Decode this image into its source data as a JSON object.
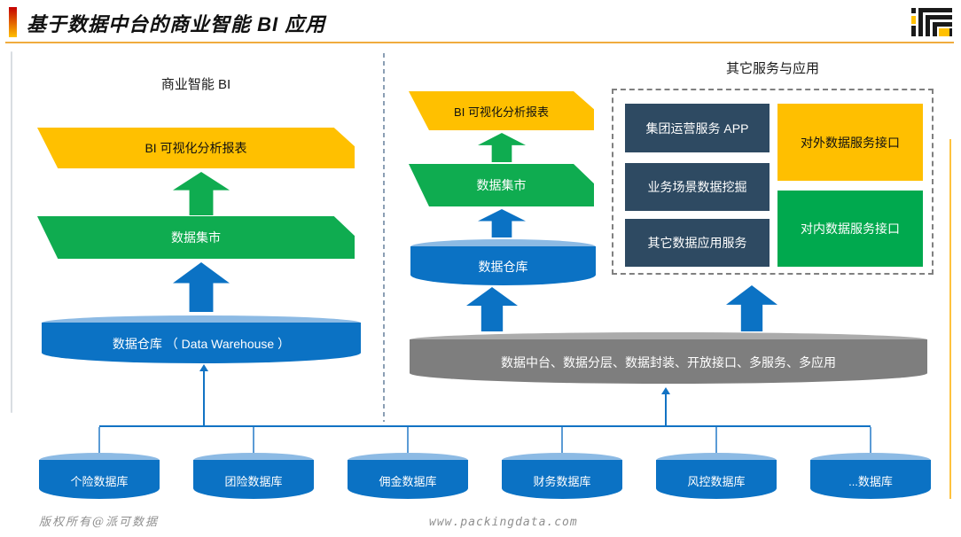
{
  "header": {
    "title": "基于数据中台的商业智能 BI 应用"
  },
  "sections": {
    "bi": {
      "title": "商业智能 BI",
      "report": "BI 可视化分析报表",
      "mart": "数据集市",
      "warehouse": "数据仓库 （ Data Warehouse ）"
    },
    "mid": {
      "report": "BI 可视化分析报表",
      "mart": "数据集市",
      "warehouse": "数据仓库"
    },
    "services": {
      "title": "其它服务与应用",
      "app": "集团运营服务 APP",
      "mining": "业务场景数据挖掘",
      "other": "其它数据应用服务",
      "external_api": "对外数据服务接口",
      "internal_api": "对内数据服务接口"
    }
  },
  "platform": {
    "label": "数据中台、数据分层、数据封装、开放接口、多服务、多应用"
  },
  "databases": [
    "个险数据库",
    "团险数据库",
    "佣金数据库",
    "财务数据库",
    "风控数据库",
    "...数据库"
  ],
  "footer": {
    "copyright": "版权所有@派可数据",
    "website": "www.packingdata.com"
  },
  "colors": {
    "yellow": "#FFC000",
    "green": "#0FAC50",
    "green_box": "#00A94E",
    "blue": "#0B72C4",
    "blue_cap": "#8CBAE4",
    "dark_slate": "#2E4A62",
    "gray": "#7E7E7E",
    "gray_cap": "#ABABAB",
    "rule_orange": "#F0AC3E",
    "connector_blue": "#1273C4"
  }
}
